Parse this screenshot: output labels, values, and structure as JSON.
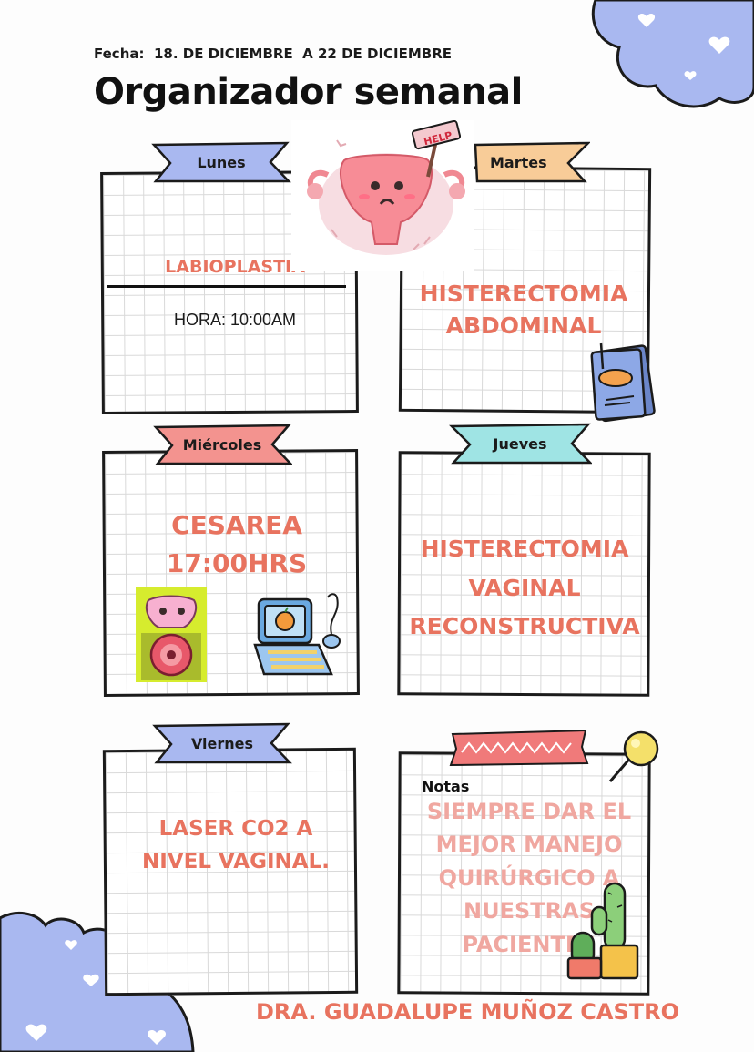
{
  "header": {
    "date_label": "Fecha:",
    "date_value": "18. DE DICIEMBRE  A 22 DE DICIEMBRE",
    "title": "Organizador semanal"
  },
  "days": {
    "lunes": {
      "label": "Lunes",
      "task": "LABIOPLASTIA",
      "time": "HORA: 10:00AM"
    },
    "martes": {
      "label": "Martes",
      "task_line1": "HISTERECTOMIA",
      "task_line2": "ABDOMINAL"
    },
    "miercoles": {
      "label": "Miércoles",
      "task_line1": "CESAREA",
      "task_line2": "17:00HRS"
    },
    "jueves": {
      "label": "Jueves",
      "task_line1": "HISTERECTOMIA",
      "task_line2": "VAGINAL",
      "task_line3": "RECONSTRUCTIVA"
    },
    "viernes": {
      "label": "Viernes",
      "task_line1": "LASER CO2 A",
      "task_line2": "NIVEL VAGINAL."
    }
  },
  "notes": {
    "label": "Notas",
    "line1": "SIEMPRE DAR EL",
    "line2": "MEJOR MANEJO",
    "line3": "QUIRÚRGICO A",
    "line4": "NUESTRAS",
    "line5": "PACIENTES"
  },
  "sticker": {
    "help_text": "HELP"
  },
  "footer": {
    "signature": "DRA. GUADALUPE MUÑOZ CASTRO"
  },
  "colors": {
    "accent_text": "#e8735f",
    "notes_text": "#f0a7a0",
    "ribbon_blue": "#a9b8f0",
    "ribbon_orange": "#f8cc98",
    "ribbon_pink": "#f3938f",
    "ribbon_teal": "#9fe4e4",
    "cloud_blue": "#a9b8f0"
  }
}
